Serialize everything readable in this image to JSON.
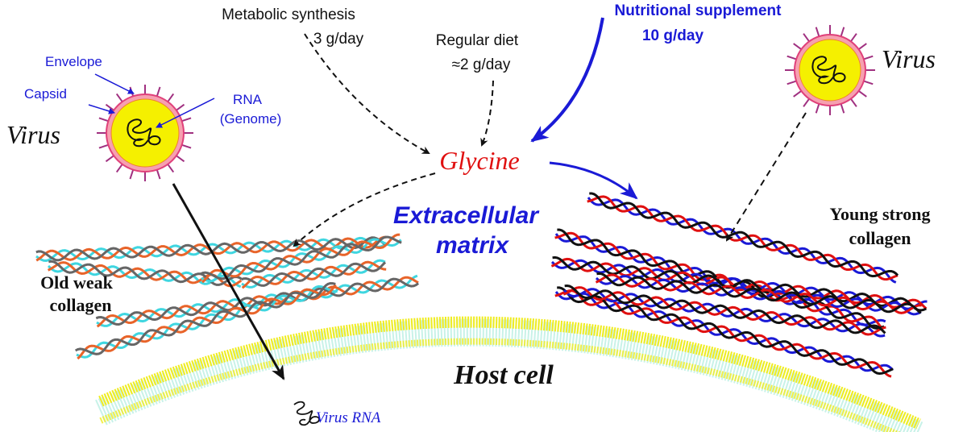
{
  "labels": {
    "metabolic_synthesis": "Metabolic synthesis",
    "metabolic_amount": "3 g/day",
    "regular_diet": "Regular diet",
    "regular_diet_amount": "≈2 g/day",
    "nutritional_supplement": "Nutritional supplement",
    "supplement_amount": "10 g/day",
    "glycine": "Glycine",
    "ecm_line1": "Extracellular",
    "ecm_line2": "matrix",
    "old_collagen_line1": "Old weak",
    "old_collagen_line2": "collagen",
    "young_collagen_line1": "Young strong",
    "young_collagen_line2": "collagen",
    "host_cell": "Host cell",
    "virus_rna": "Virus RNA",
    "virus_left": "Virus",
    "virus_right": "Virus",
    "envelope": "Envelope",
    "capsid": "Capsid",
    "rna_line1": "RNA",
    "rna_line2": "(Genome)"
  },
  "colors": {
    "blue": "#1a1ad6",
    "red": "#e01010",
    "black": "#111111",
    "cyan": "#3fd6e0",
    "orange": "#e8642a",
    "gray": "#666666",
    "yellow": "#f5f000",
    "pink": "#e0407a",
    "spike": "#a03080"
  }
}
